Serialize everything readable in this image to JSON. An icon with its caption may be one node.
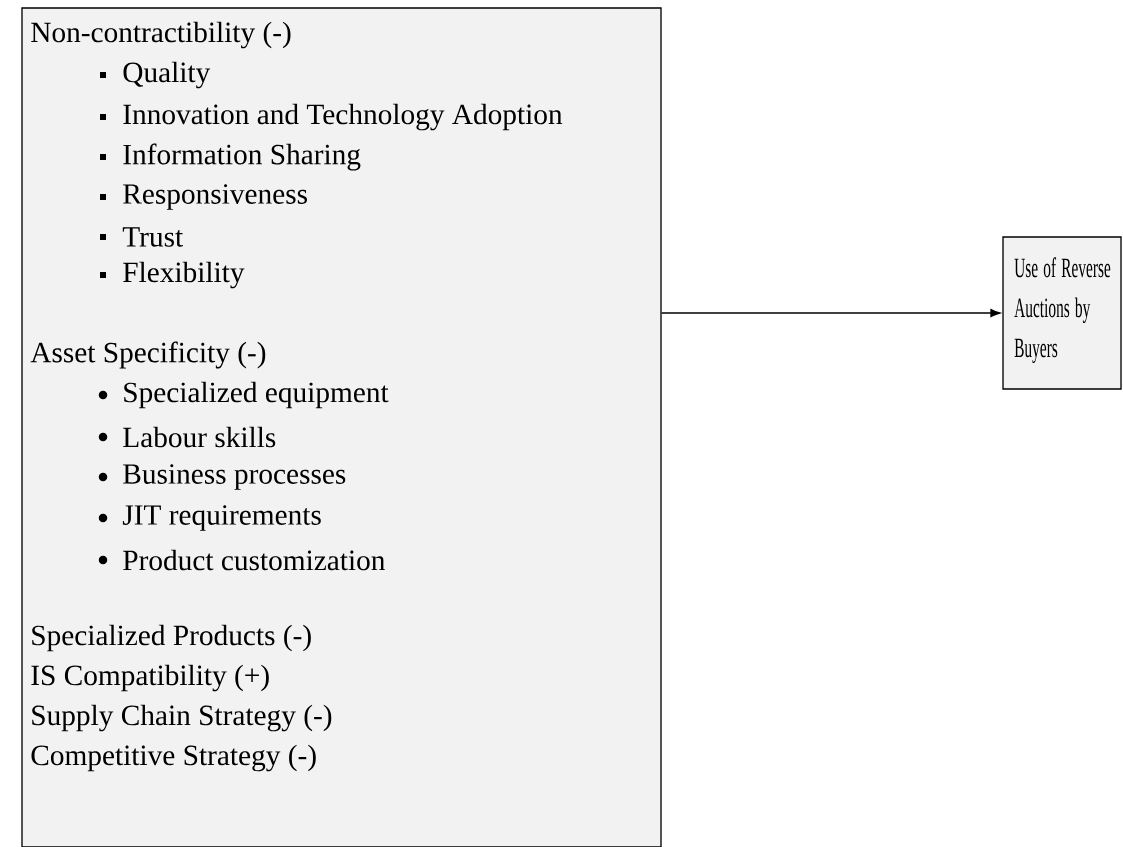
{
  "diagram": {
    "nodes": [
      {
        "text": [
          "Non-contractibility (-)",
          "Quality",
          "Innovation and Technology Adoption",
          "Information Sharing",
          "Responsiveness",
          "Trust",
          "Flexibility",
          "Asset Specificity (-)",
          "Specialized equipment",
          "Labour skills",
          "Business processes",
          "JIT requirements",
          "Product customization",
          "Specialized Products (-)",
          "IS Compatibility (+)",
          "Supply Chain Strategy  (-)",
          "Competitive Strategy (-)"
        ]
      },
      {
        "text": [
          "Use of Reverse Auctions by Buyers"
        ]
      }
    ],
    "edges": [
      {
        "from": 0,
        "to": 1,
        "arrow": "to"
      }
    ]
  }
}
